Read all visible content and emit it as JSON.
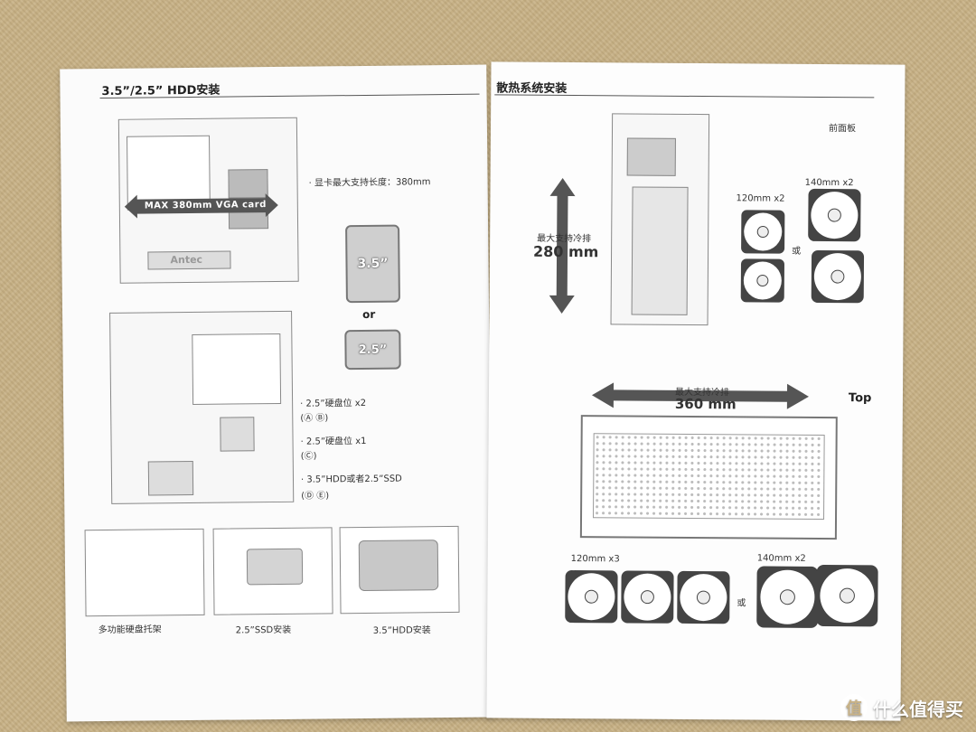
{
  "left_page": {
    "title": "3.5”/2.5” HDD安装",
    "vga_banner": "MAX 380mm VGA card",
    "case_logo": "Antec",
    "vga_note": "· 显卡最大支持长度：380mm",
    "drive_35": "3.5”",
    "or": "or",
    "drive_25": "2.5”",
    "slots": [
      {
        "label": "· 2.5”硬盘位 x2",
        "badges": "(Ⓐ Ⓑ)"
      },
      {
        "label": "· 2.5”硬盘位 x1",
        "badges": "(Ⓒ)"
      },
      {
        "label": "· 3.5”HDD或者2.5”SSD",
        "badges": "(Ⓓ Ⓔ)"
      }
    ],
    "captions": [
      "多功能硬盘托架",
      "2.5”SSD安装",
      "3.5”HDD安装"
    ]
  },
  "right_page": {
    "title": "散热系统安装",
    "front_panel": "前面板",
    "front_max_label": "最大支持冷排",
    "front_max_value": "280 mm",
    "front_fans_a": "120mm x2",
    "front_fans_b": "140mm x2",
    "or1": "或",
    "top_max_label": "最大支持冷排",
    "top_max_value": "360 mm",
    "top_label": "Top",
    "top_fans_a": "120mm x3",
    "top_fans_b": "140mm x2",
    "or2": "或"
  },
  "watermark": "什么值得买",
  "watermark_icon": "smzdm-logo-icon"
}
